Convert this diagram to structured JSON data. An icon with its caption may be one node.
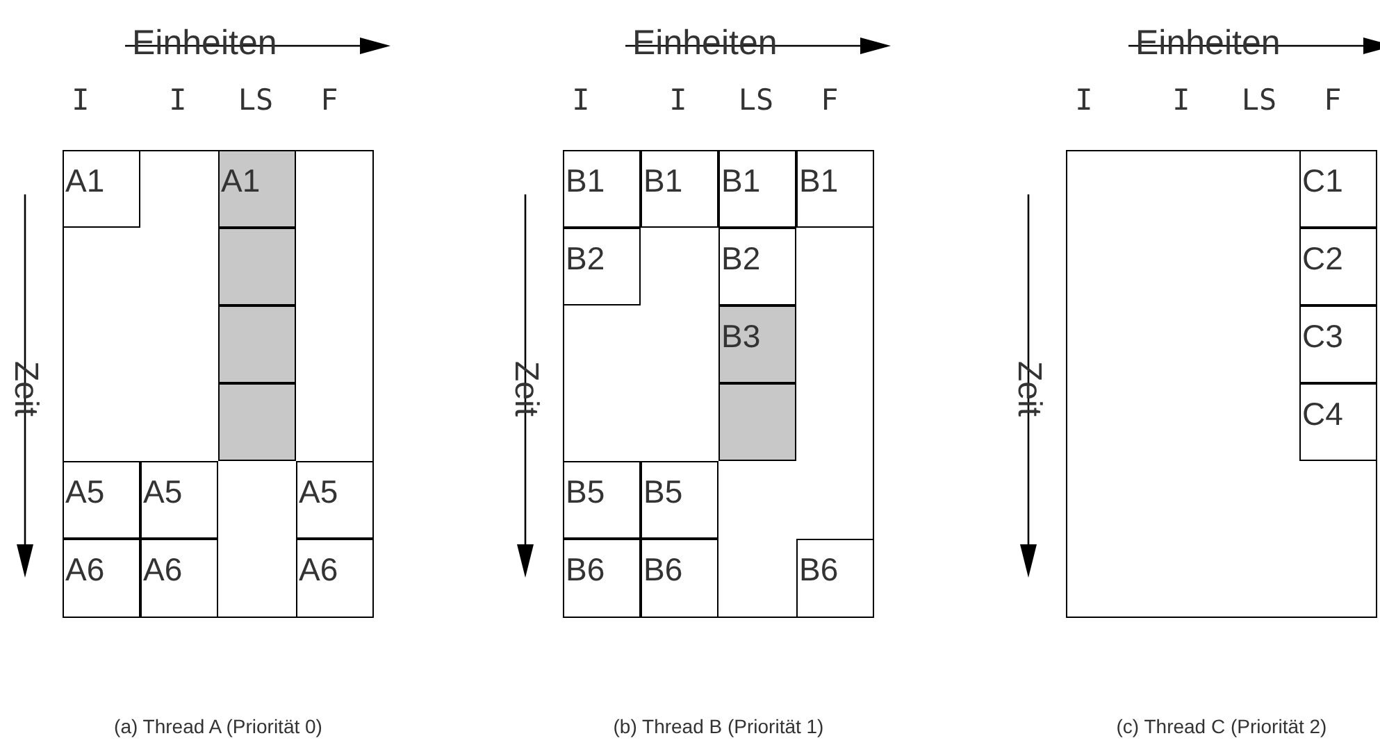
{
  "diagram": {
    "nodes": [
      {
        "text": [],
        "shape": "box"
      },
      {
        "text": [
          "A1"
        ],
        "in": 0
      },
      {
        "text": [
          "A1"
        ],
        "in": 0
      },
      {
        "text": [],
        "shape": "box",
        "in": 0
      },
      {
        "text": [],
        "shape": "box",
        "in": 0
      },
      {
        "text": [],
        "shape": "box",
        "in": 0
      },
      {
        "text": [
          "A5"
        ],
        "in": 0
      },
      {
        "text": [
          "A5"
        ],
        "in": 0
      },
      {
        "text": [
          "A5"
        ],
        "in": 0
      },
      {
        "text": [
          "A6"
        ],
        "in": 0
      },
      {
        "text": [
          "A6"
        ],
        "in": 0
      },
      {
        "text": [
          "A6"
        ],
        "in": 0
      },
      {
        "text": [],
        "shape": "box"
      },
      {
        "text": [
          "B1"
        ],
        "in": 12
      },
      {
        "text": [
          "B1"
        ],
        "in": 12
      },
      {
        "text": [
          "B1"
        ],
        "in": 12
      },
      {
        "text": [
          "B1"
        ],
        "in": 12
      },
      {
        "text": [
          "B2"
        ],
        "in": 12
      },
      {
        "text": [
          "B2"
        ],
        "in": 12
      },
      {
        "text": [
          "B3"
        ],
        "in": 12
      },
      {
        "text": [],
        "shape": "box",
        "in": 12
      },
      {
        "text": [
          "B5"
        ],
        "in": 12
      },
      {
        "text": [
          "B5"
        ],
        "in": 12
      },
      {
        "text": [
          "B6"
        ],
        "in": 12
      },
      {
        "text": [
          "B6"
        ],
        "in": 12
      },
      {
        "text": [
          "B6"
        ],
        "in": 12
      },
      {
        "text": [],
        "shape": "box"
      },
      {
        "text": [
          "C1"
        ],
        "in": 26
      },
      {
        "text": [
          "C2"
        ],
        "in": 26
      },
      {
        "text": [
          "C3"
        ],
        "in": 26
      },
      {
        "text": [
          "C4"
        ],
        "in": 26
      }
    ],
    "labels": [
      "Einheiten",
      "I",
      "I",
      "LS",
      "F",
      "Zeit",
      "(a)  Thread A (Priorität 0)",
      "Einheiten",
      "I",
      "I",
      "LS",
      "F",
      "Zeit",
      "(b)  Thread B (Priorität 1)",
      "Einheiten",
      "I",
      "I",
      "LS",
      "F",
      "Zeit",
      "(c)  Thread C (Priorität 2)"
    ]
  }
}
